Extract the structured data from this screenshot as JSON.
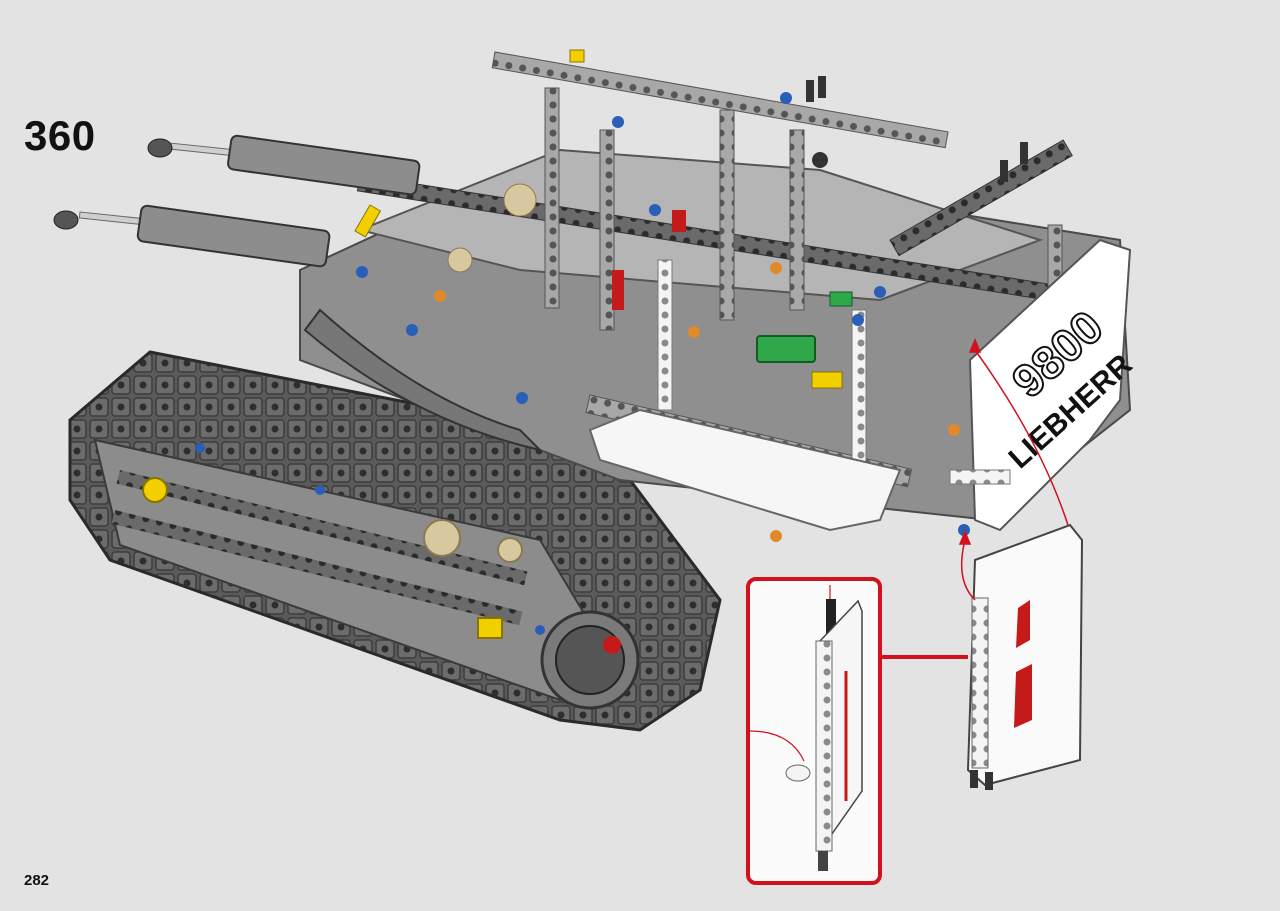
{
  "instruction": {
    "step_number": "360",
    "page_number": "282"
  },
  "model": {
    "name": "LEGO Technic Liebherr R 9800 crawler excavator (assembly)",
    "brand_text": "LIEBHERR",
    "model_text": "9800"
  },
  "colors": {
    "background": "#e3e3e3",
    "callout_border": "#d3101c",
    "arrow": "#d3101c",
    "track": "#555555",
    "frame_grey": "#9a9a9a",
    "panel_white": "#ffffff"
  },
  "icons": {
    "assembly_arrow": "red-curved-arrow",
    "connector_line": "red-callout-connector"
  }
}
